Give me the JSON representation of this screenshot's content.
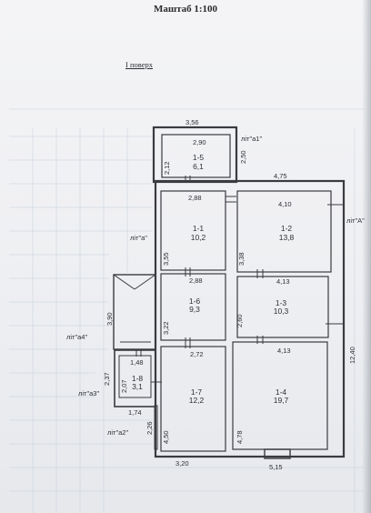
{
  "header": {
    "scale_label": "Маштаб 1:100",
    "floor_label": "I поверх"
  },
  "rooms": [
    {
      "id": "1-5",
      "area": "6,1"
    },
    {
      "id": "1-1",
      "area": "10,2"
    },
    {
      "id": "1-2",
      "area": "13,8"
    },
    {
      "id": "1-6",
      "area": "9,3"
    },
    {
      "id": "1-3",
      "area": "10,3"
    },
    {
      "id": "1-8",
      "area": "3,1"
    },
    {
      "id": "1-7",
      "area": "12,2"
    },
    {
      "id": "1-4",
      "area": "19,7"
    }
  ],
  "dimensions": [
    "3,56",
    "2,90",
    "2,50",
    "2,12",
    "4,75",
    "4,10",
    "2,88",
    "3,55",
    "3,38",
    "2,88",
    "4,13",
    "3,22",
    "2,60",
    "2,72",
    "4,13",
    "3,90",
    "1,48",
    "2,07",
    "2,37",
    "1,74",
    "2,26",
    "4,50",
    "4,78",
    "3,20",
    "5,15",
    "12,40"
  ],
  "letters": [
    "літ\"а1\"",
    "літ\"А\"",
    "літ\"а\"",
    "літ\"а4\"",
    "літ\"а3\"",
    "літ\"а2\""
  ],
  "colors": {
    "paper": "#f0f1f4",
    "line": "#3a3b40",
    "grid": "#b9c7d4"
  }
}
